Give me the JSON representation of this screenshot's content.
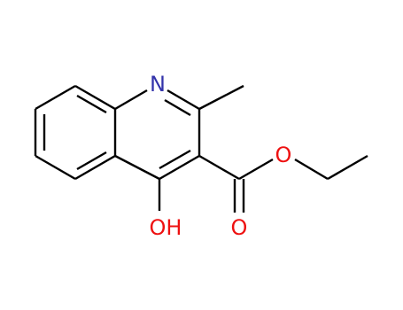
{
  "molecule": {
    "atoms": {
      "nitrogen": {
        "label": "N",
        "color": "#3333aa"
      },
      "hydroxyl": {
        "label": "OH",
        "color": "#ee1111"
      },
      "carbonyl_oxygen": {
        "label": "O",
        "color": "#ee1111"
      },
      "ester_oxygen": {
        "label": "O",
        "color": "#ee1111"
      }
    },
    "colors": {
      "bond": "#000000",
      "background": "#ffffff"
    }
  }
}
